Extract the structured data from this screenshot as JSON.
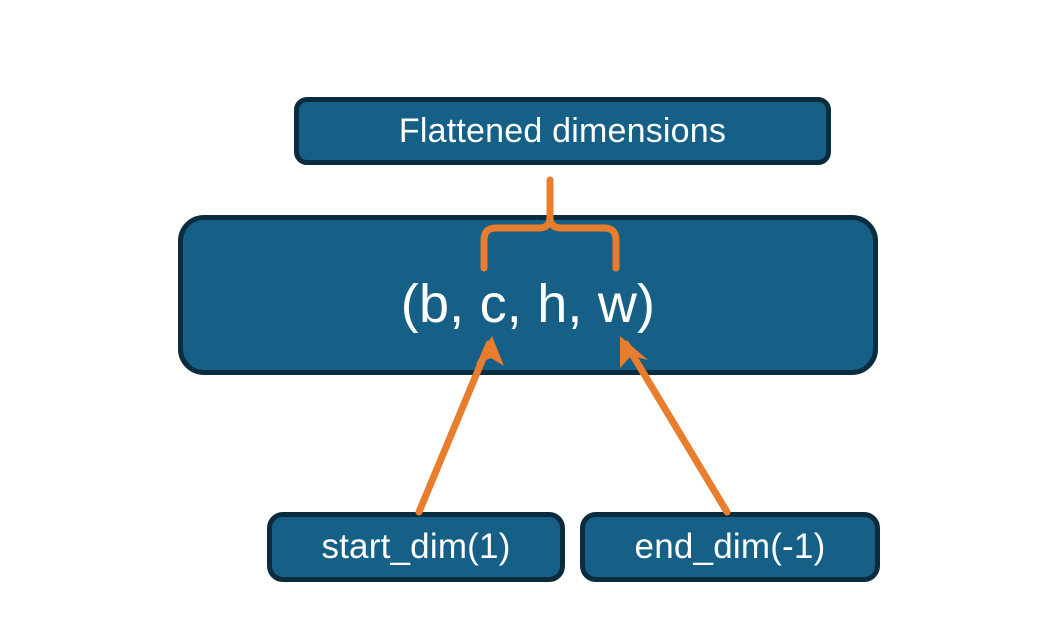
{
  "diagram": {
    "title_node": {
      "label": "Flattened dimensions"
    },
    "shape_node": {
      "label": "(b, c, h, w)"
    },
    "start_node": {
      "label": "start_dim(1)"
    },
    "end_node": {
      "label": "end_dim(-1)"
    },
    "colors": {
      "node_fill": "#166087",
      "node_border": "#0b2b3f",
      "node_text": "#ffffff",
      "annotation": "#e87d2e",
      "background": "#ffffff"
    },
    "annotations": {
      "brace": {
        "name": "curly-brace-up",
        "spans_label": "(b, c, h, w) middle dimensions",
        "points_to": "Flattened dimensions"
      },
      "arrow_start": {
        "name": "arrow-start-dim",
        "from": "start_dim(1)",
        "to": "c"
      },
      "arrow_end": {
        "name": "arrow-end-dim",
        "from": "end_dim(-1)",
        "to": "w"
      }
    }
  }
}
